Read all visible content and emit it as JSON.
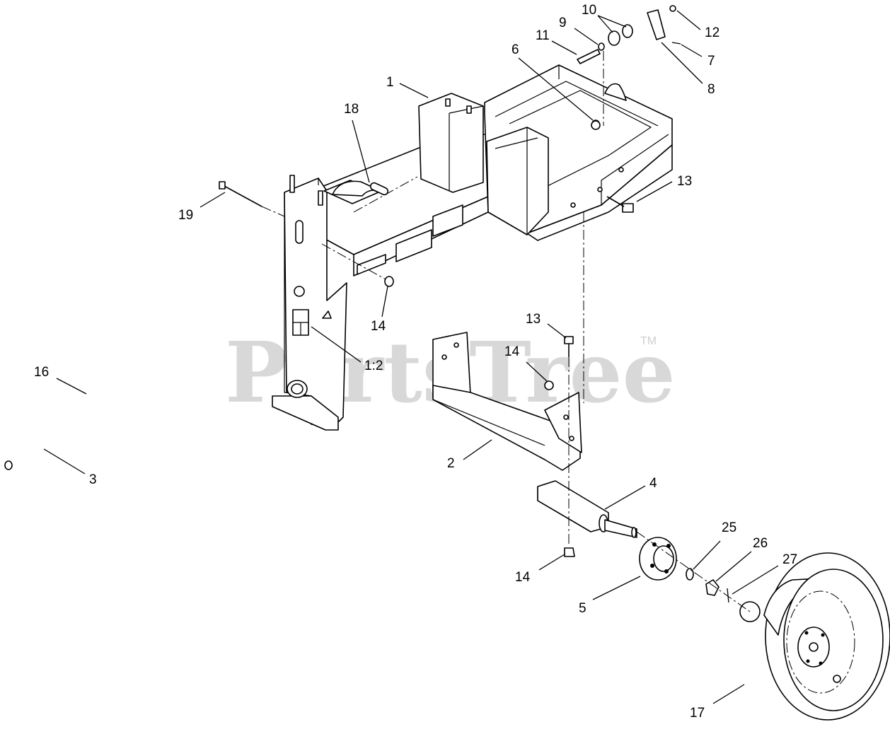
{
  "watermark": {
    "text": "PartsTree",
    "trademark": "TM"
  },
  "callouts": {
    "c1": "1",
    "c1_2": "1:2",
    "c2": "2",
    "c3": "3",
    "c4": "4",
    "c5": "5",
    "c6": "6",
    "c7": "7",
    "c8": "8",
    "c9": "9",
    "c10": "10",
    "c11": "11",
    "c12": "12",
    "c13a": "13",
    "c13b": "13",
    "c14a": "14",
    "c14b": "14",
    "c14c": "14",
    "c16": "16",
    "c17": "17",
    "c18": "18",
    "c19": "19",
    "c25": "25",
    "c26": "26",
    "c27": "27"
  }
}
